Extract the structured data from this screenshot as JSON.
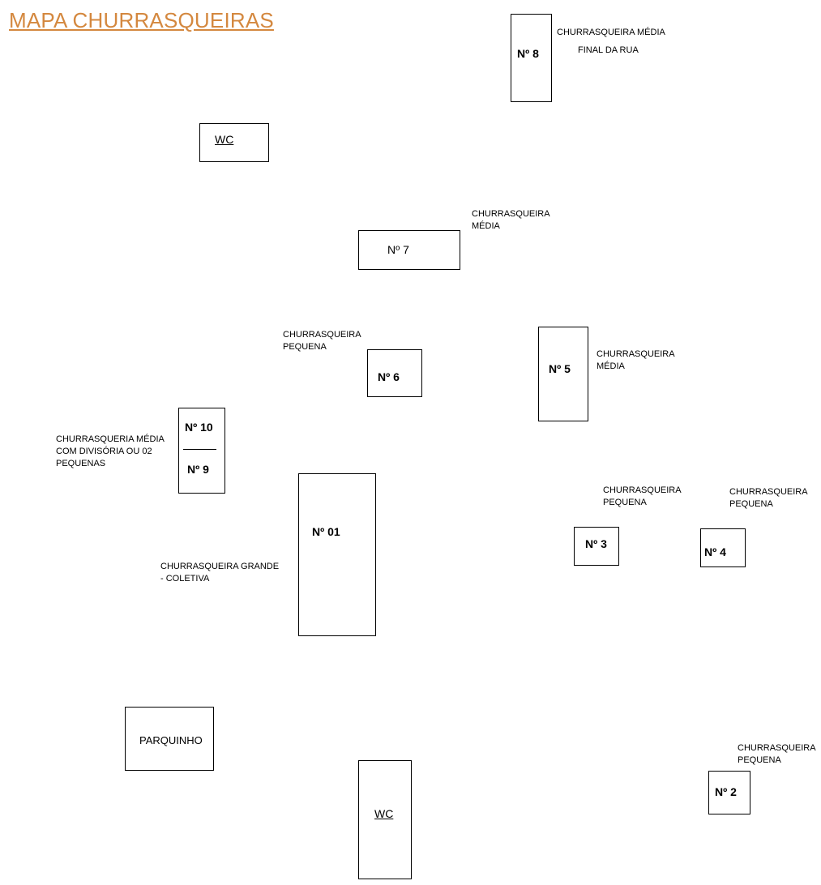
{
  "title": "MAPA CHURRASQUEIRAS",
  "colors": {
    "title": "#d4883f",
    "stroke": "#000000"
  },
  "areas": {
    "n8": "Nº 8",
    "wc_top": "WC",
    "n7": "Nº 7",
    "n6": "Nº 6",
    "n5": "Nº 5",
    "n10": "Nº 10",
    "n9": "Nº 9",
    "n01": "Nº 01",
    "n3": "Nº 3",
    "n4": "Nº 4",
    "parquinho": "PARQUINHO",
    "wc_bottom": "WC",
    "n2": "Nº 2"
  },
  "notes": {
    "n8": [
      "CHURRASQUEIRA MÉDIA",
      "FINAL DA RUA"
    ],
    "n7": [
      "CHURRASQUEIRA",
      "MÉDIA"
    ],
    "n6": [
      "CHURRASQUEIRA",
      "PEQUENA"
    ],
    "n5": [
      "CHURRASQUEIRA",
      "MÉDIA"
    ],
    "n10_9": [
      "CHURRASQUERIA MÉDIA",
      "COM DIVISÓRIA OU 02",
      "PEQUENAS"
    ],
    "n3": [
      "CHURRASQUEIRA",
      "PEQUENA"
    ],
    "n4": [
      "CHURRASQUEIRA",
      "PEQUENA"
    ],
    "n01": [
      "CHURRASQUEIRA GRANDE",
      "- COLETIVA"
    ],
    "n2": [
      "CHURRASQUEIRA",
      "PEQUENA"
    ]
  }
}
